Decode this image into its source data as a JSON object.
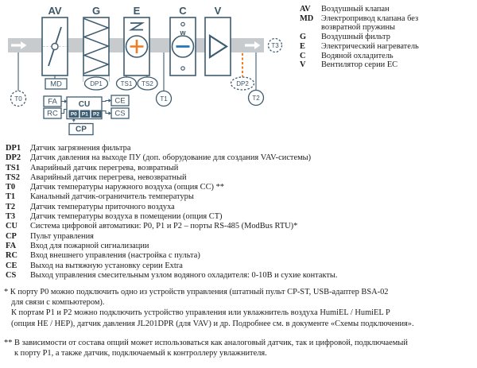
{
  "diagram": {
    "sections": [
      "AV",
      "G",
      "E",
      "C",
      "V"
    ],
    "labels": {
      "md": "MD",
      "t0": "T0",
      "dp1": "DP1",
      "ts1": "TS1",
      "ts2": "TS2",
      "t1": "T1",
      "dp2": "DP2",
      "t2": "T2",
      "t3": "T3",
      "cu": "CU",
      "cp": "CP",
      "fa": "FA",
      "rc": "RC",
      "ce": "CE",
      "cs": "CS",
      "w": "w"
    },
    "ports": [
      "P0",
      "P1",
      "P2"
    ],
    "colors": {
      "outline": "#3e5c70",
      "duct": "#c7cbce",
      "heater_plus": "#ee7d23",
      "cooler_minus": "#1b79bb",
      "dp2_line": "#ee7d23"
    }
  },
  "legend": [
    {
      "k": "AV",
      "t": "Воздушный клапан"
    },
    {
      "k": "MD",
      "t": "Электропривод клапана без"
    },
    {
      "k": "",
      "t": "возвратной пружины"
    },
    {
      "k": "G",
      "t": "Воздушный фильтр"
    },
    {
      "k": "E",
      "t": "Электрический нагреватель"
    },
    {
      "k": "C",
      "t": "Водяной охладитель"
    },
    {
      "k": "V",
      "t": "Вентилятор серии ЕС"
    }
  ],
  "abbr": [
    {
      "k": "DP1",
      "t": "Датчик загрязнения фильтра"
    },
    {
      "k": "DP2",
      "t": "Датчик давления на выходе ПУ (доп. оборудование для создания VAV-системы)"
    },
    {
      "k": "TS1",
      "t": "Аварийный датчик перегрева, возвратный"
    },
    {
      "k": "TS2",
      "t": "Аварийный датчик перегрева, невозвратный"
    },
    {
      "k": "T0",
      "t": "Датчик температуры наружного воздуха (опция СС) **"
    },
    {
      "k": "T1",
      "t": "Канальный датчик-ограничитель температуры"
    },
    {
      "k": "T2",
      "t": "Датчик температуры приточного воздуха"
    },
    {
      "k": "T3",
      "t": "Датчик температуры воздуха в помещении (опция СТ)"
    },
    {
      "k": "CU",
      "t": "Система цифровой автоматики: Р0, Р1 и Р2 – порты RS-485 (ModBus RTU)*"
    },
    {
      "k": "CP",
      "t": "Пульт управления"
    },
    {
      "k": "FA",
      "t": "Вход для пожарной сигнализации"
    },
    {
      "k": "RC",
      "t": "Вход внешнего управления (настройка с пульта)"
    },
    {
      "k": "CE",
      "t": "Выход на вытяжную установку серии Extra"
    },
    {
      "k": "CS",
      "t": "Выход управления смесительным узлом водяного охладителя: 0-10В и сухие контакты."
    }
  ],
  "footnotes": {
    "lines": [
      "* К порту Р0 можно подключить одно из устройств управления (штатный пульт CP-ST, USB-адаптер BSA-02",
      "для связи с компьютером).",
      "К портам Р1 и Р2 можно подключить устройство управления или увлажнитель воздуха HumiEL /  HumiEL Р",
      "(опция НЕ / НЕР), датчик давления JL201DPR (для VAV) и др. Подробнее см. в документе «Схемы подключения».",
      "** В зависимости от состава опций может использоваться как аналоговый датчик, так и цифровой, подключаемый",
      "к порту Р1, а также датчик, подключаемый к контроллеру увлажнителя."
    ]
  }
}
